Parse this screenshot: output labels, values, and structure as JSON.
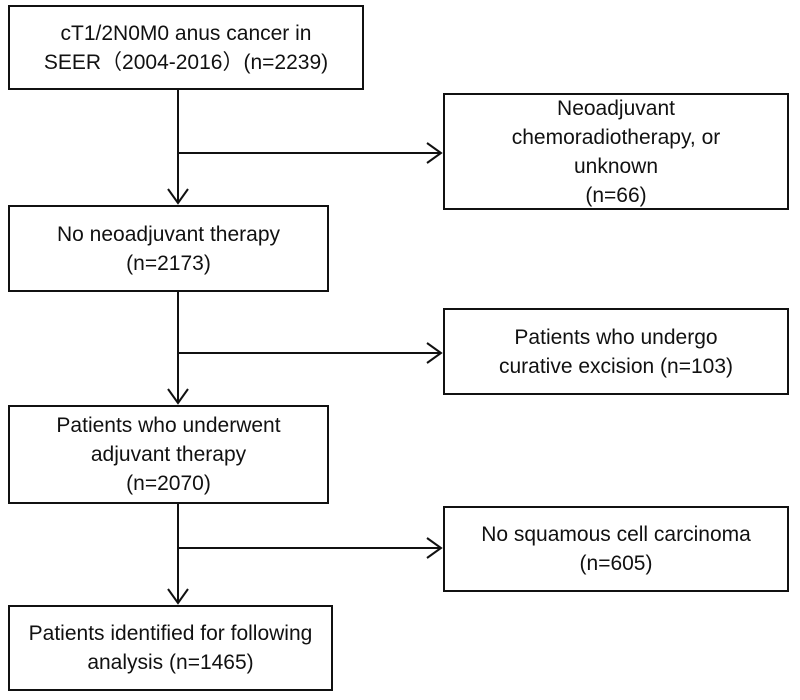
{
  "flowchart": {
    "main_steps": [
      {
        "lines": [
          "cT1/2N0M0 anus cancer in",
          "SEER（2004-2016）(n=2239)"
        ]
      },
      {
        "lines": [
          "No neoadjuvant therapy",
          "(n=2173)"
        ]
      },
      {
        "lines": [
          "Patients who underwent",
          "adjuvant therapy",
          "(n=2070)"
        ]
      },
      {
        "lines": [
          "Patients identified for following",
          "analysis (n=1465)"
        ]
      }
    ],
    "exclusions": [
      {
        "lines": [
          "Neoadjuvant",
          "chemoradiotherapy, or",
          "unknown",
          "(n=66)"
        ]
      },
      {
        "lines": [
          "Patients who undergo",
          "curative excision (n=103)"
        ]
      },
      {
        "lines": [
          "No squamous cell carcinoma",
          "(n=605)"
        ]
      }
    ]
  }
}
